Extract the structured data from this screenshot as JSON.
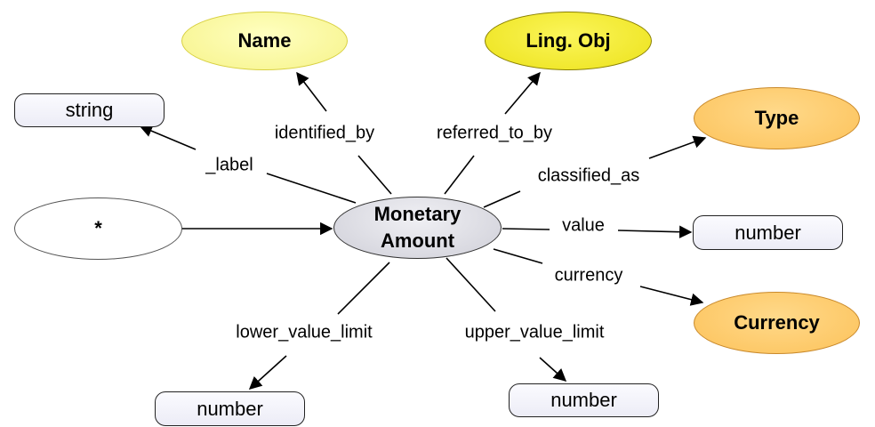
{
  "nodes": {
    "name": "Name",
    "ling_obj": "Ling. Obj",
    "string": "string",
    "type": "Type",
    "star": "*",
    "center_line1": "Monetary",
    "center_line2": "Amount",
    "number_value": "number",
    "currency": "Currency",
    "number_lower": "number",
    "number_upper": "number"
  },
  "edges": {
    "identified_by": "identified_by",
    "referred_to_by": "referred_to_by",
    "label": "_label",
    "classified_as": "classified_as",
    "value": "value",
    "currency": "currency",
    "lower_value_limit": "lower_value_limit",
    "upper_value_limit": "upper_value_limit"
  }
}
